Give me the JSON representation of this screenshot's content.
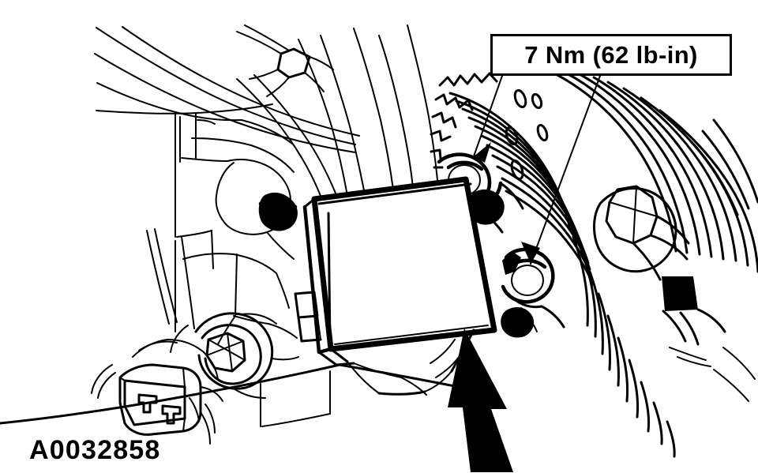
{
  "figure": {
    "type": "automotive-line-drawing",
    "id_label": "A0032858",
    "description": "Engine component mounting illustration showing a rectangular electronic module secured by two bolts adjacent to a ribbed drive belt pulley",
    "background_color": "#ffffff",
    "line_color": "#000000"
  },
  "callout": {
    "torque_label": "7 Nm (62 lb-in)",
    "torque_value": "7",
    "torque_unit": "Nm",
    "torque_alt_value": "62",
    "torque_alt_unit": "lb-in",
    "leader_count": 2,
    "points_to": "two module retaining bolts"
  },
  "parts": {
    "module": "rectangular control module",
    "upper_bolt": "upper retaining bolt",
    "lower_bolt": "lower retaining bolt",
    "pulley": "ribbed drive belt pulley",
    "connector": "two-pin electrical connector",
    "hex_bolt": "hex head bolt",
    "indicator_arrow": "solid arrow indicating module location"
  }
}
